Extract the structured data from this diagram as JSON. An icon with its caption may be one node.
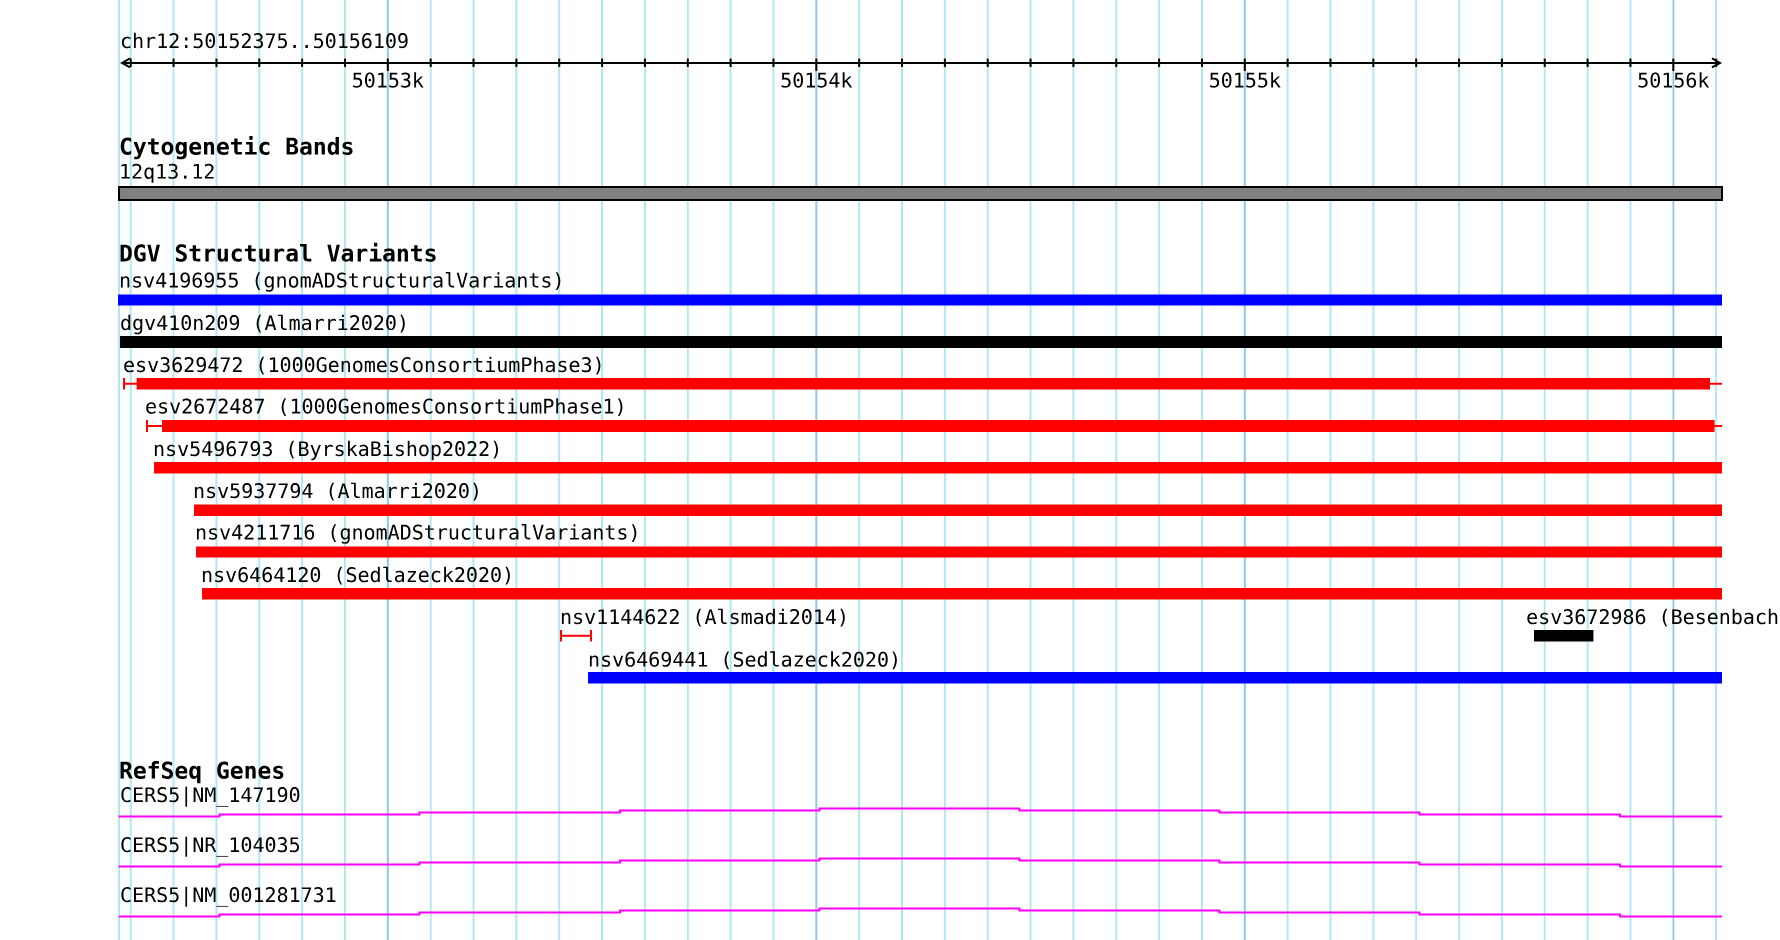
{
  "diagram": {
    "nodes": [
      {
        "text": [
          "12q13.12"
        ]
      },
      {
        "text": [
          "nsv4196955 (gnomADStructuralVariants)"
        ]
      },
      {
        "text": [
          "dgv410n209 (Almarri2020)"
        ]
      },
      {
        "text": [
          "esv3629472 (1000GenomesConsortiumPhase3)"
        ]
      },
      {
        "text": [
          "esv2672487 (1000GenomesConsortiumPhase1)"
        ]
      },
      {
        "text": [
          "nsv5496793 (ByrskaBishop2022)"
        ]
      },
      {
        "text": [
          "nsv5937794 (Almarri2020)"
        ]
      },
      {
        "text": [
          "nsv4211716 (gnomADStructuralVariants)"
        ]
      },
      {
        "text": [
          "nsv6464120 (Sedlazeck2020)"
        ]
      },
      {
        "text": [
          "nsv1144622 (Alsmadi2014)"
        ]
      },
      {
        "text": [
          "esv3672986 (Besenbach"
        ]
      },
      {
        "text": [
          "nsv6469441 (Sedlazeck2020)"
        ]
      },
      {
        "text": [
          "CERS5|NM_147190"
        ]
      },
      {
        "text": [
          "CERS5|NR_104035"
        ]
      },
      {
        "text": [
          "CERS5|NM_001281731"
        ]
      }
    ],
    "labels": [
      "chr12:50152375..50156109",
      "50153k",
      "50154k",
      "50155k",
      "50156k",
      "Cytogenetic Bands",
      "DGV Structural Variants",
      "RefSeq Genes"
    ]
  }
}
